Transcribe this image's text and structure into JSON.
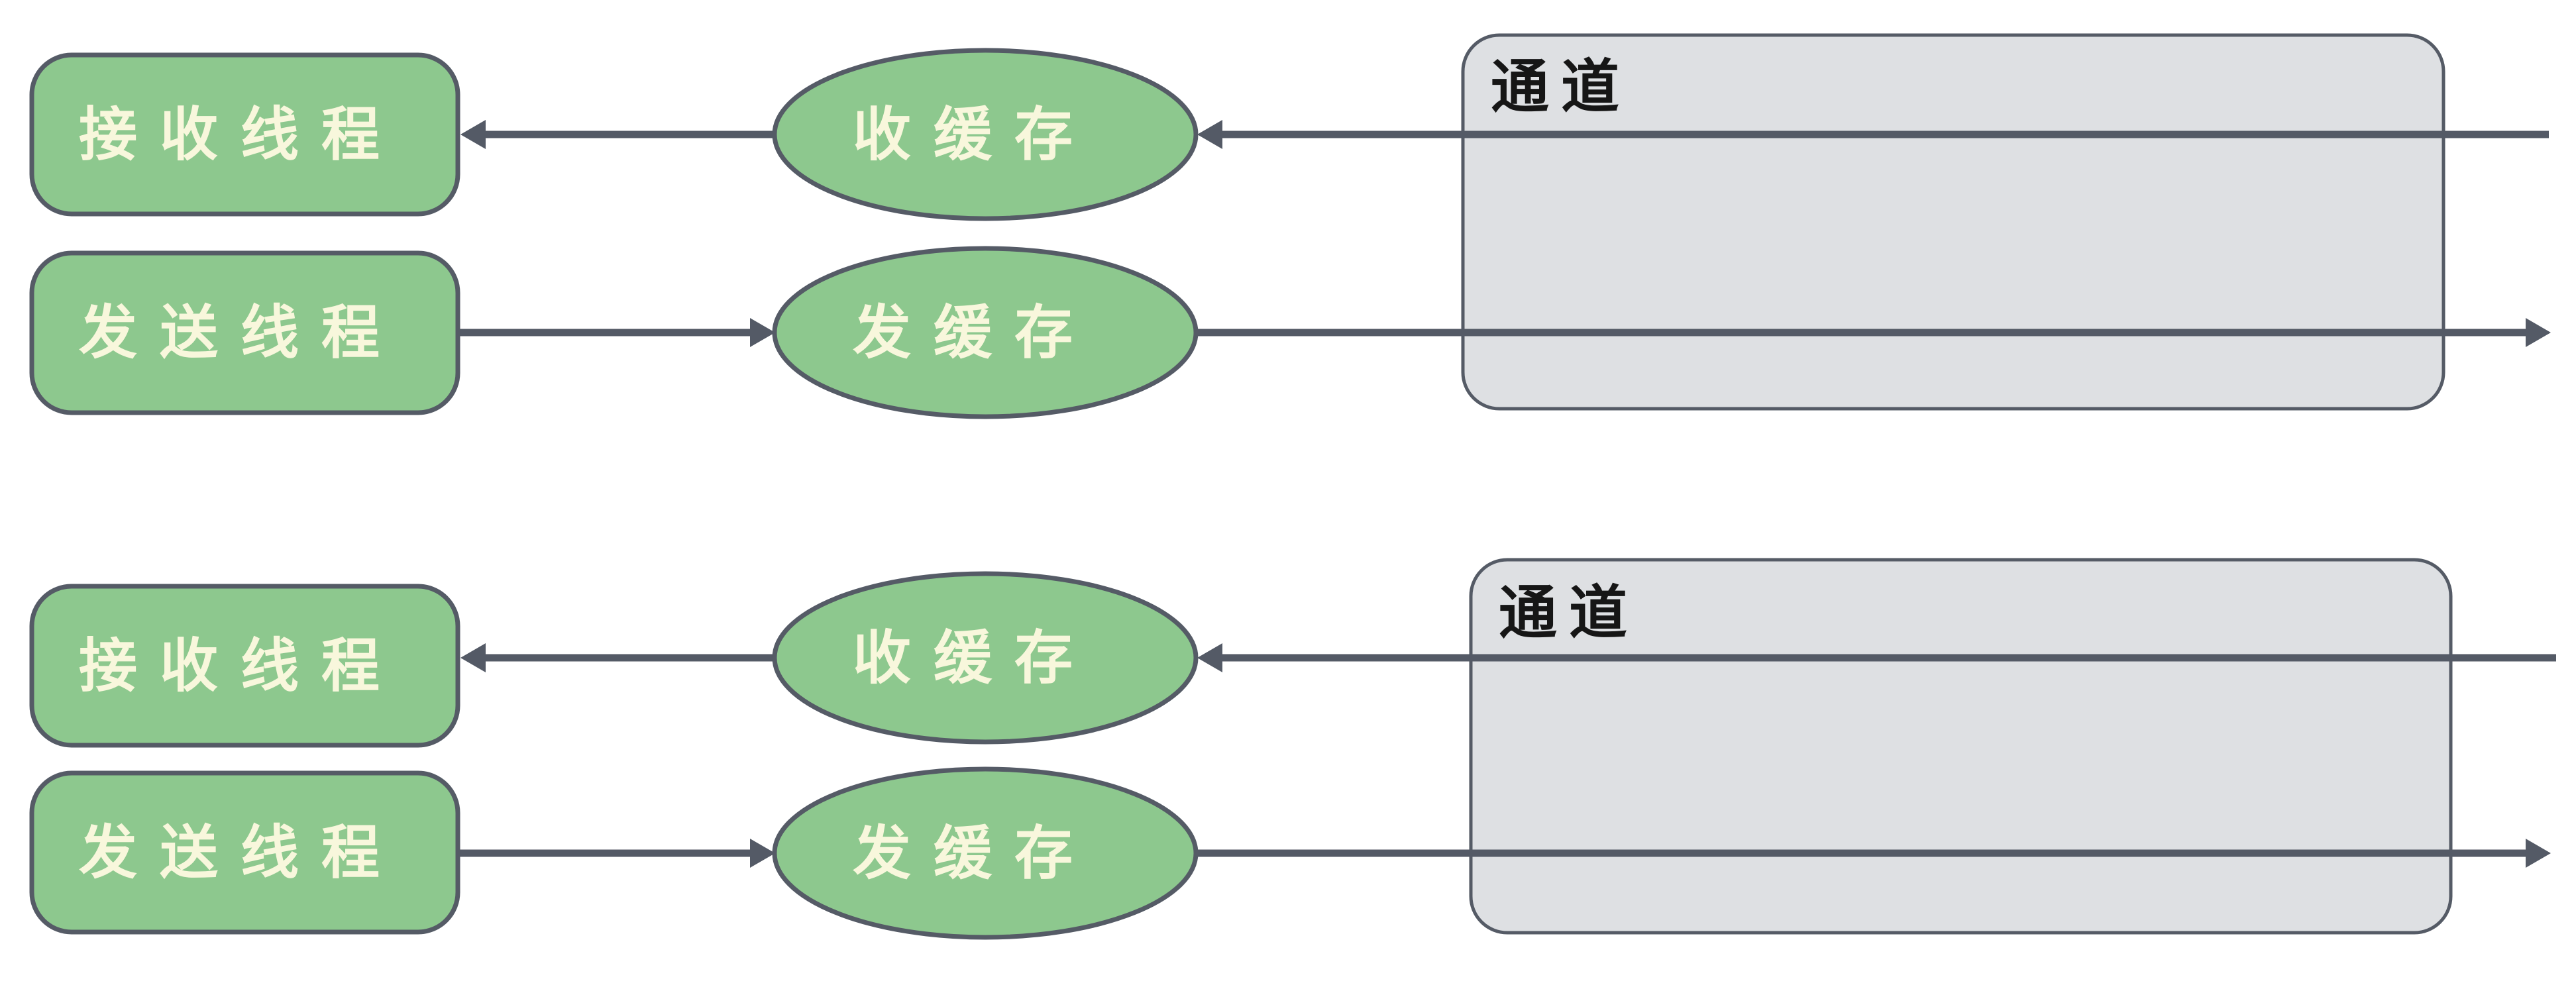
{
  "colors": {
    "node_fill": "#8dc88e",
    "node_stroke": "#555b66",
    "node_text": "#f8f7dc",
    "channel_fill": "#dee0e3",
    "channel_stroke": "#555b66",
    "channel_text": "#161616",
    "arrow": "#545a66",
    "background": "#ffffff"
  },
  "groups": [
    {
      "receive_thread_label": "接收线程",
      "send_thread_label": "发送线程",
      "receive_buffer_label": "收缓存",
      "send_buffer_label": "发缓存",
      "channel_label": "通道"
    },
    {
      "receive_thread_label": "接收线程",
      "send_thread_label": "发送线程",
      "receive_buffer_label": "收缓存",
      "send_buffer_label": "发缓存",
      "channel_label": "通道"
    }
  ]
}
